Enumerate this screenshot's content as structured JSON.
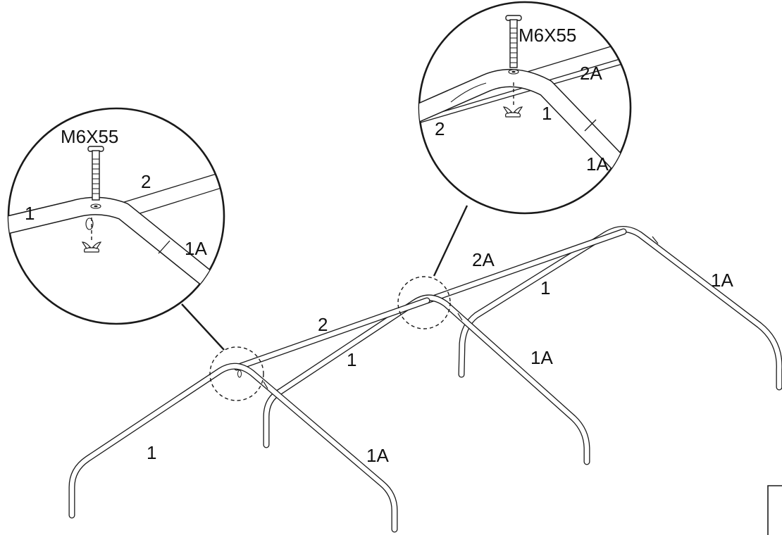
{
  "frame_main": {
    "arch_front": {
      "left_leg": "1",
      "right_leg": "1A"
    },
    "arch_middle": {
      "left_leg": "1",
      "right_leg": "1A"
    },
    "arch_rear": {
      "left_leg": "1",
      "right_leg": "1A"
    },
    "connector_front_to_middle": "2",
    "connector_middle_to_rear": "2A"
  },
  "detail_left": {
    "bolt_spec": "M6X55",
    "tube_left": "1",
    "tube_right": "1A",
    "crossbar": "2"
  },
  "detail_right": {
    "bolt_spec": "M6X55",
    "tube_left": "1",
    "tube_right": "1A",
    "crossbar_front": "2",
    "crossbar_back": "2A"
  },
  "icons": [
    "bolt-icon",
    "wing-nut-icon"
  ],
  "colors": {
    "line": "#1a1a1a",
    "background": "#ffffff"
  }
}
